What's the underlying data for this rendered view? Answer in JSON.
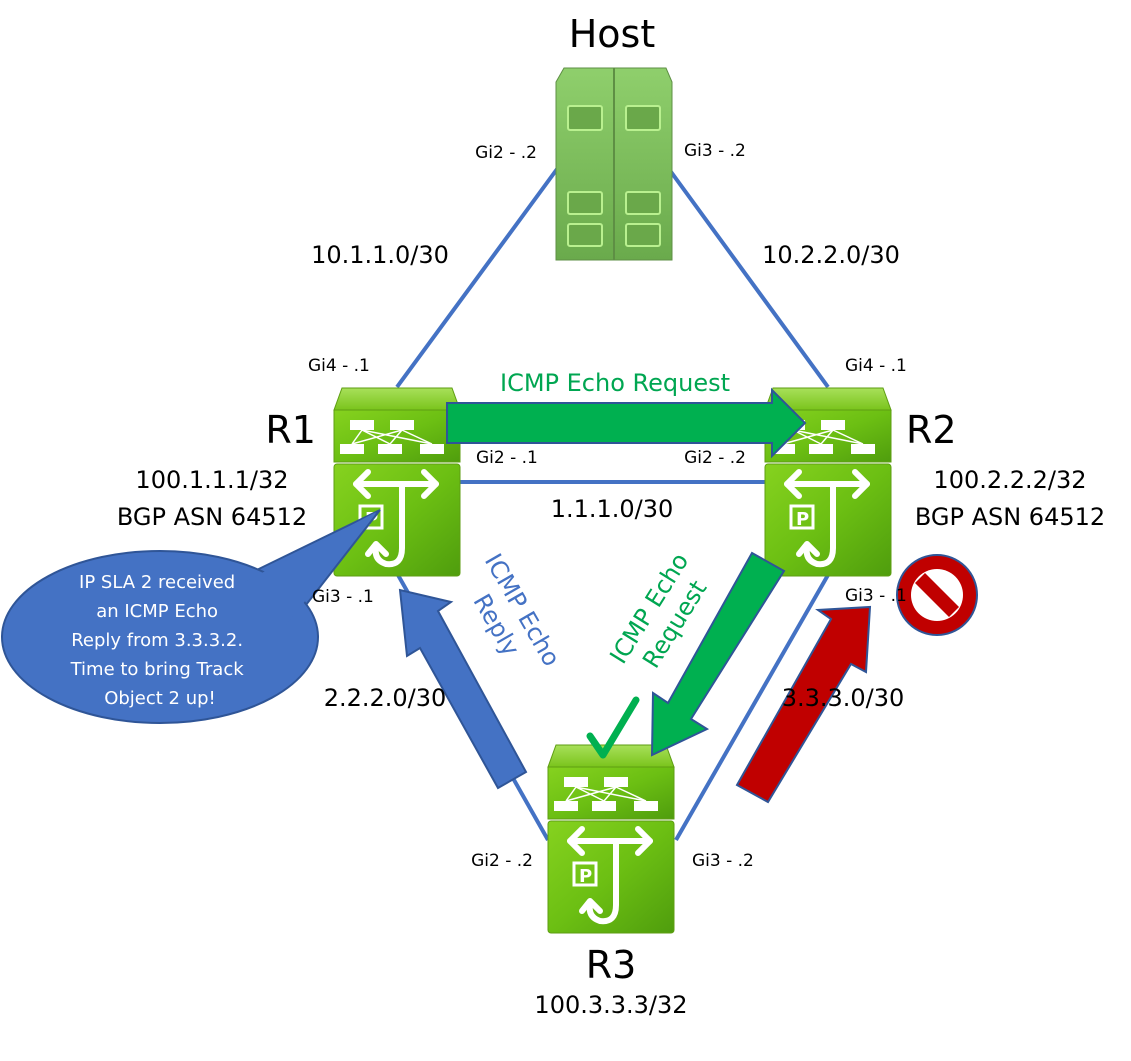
{
  "colors": {
    "link": "#4472c4",
    "device_green": "#6ab418",
    "host_green": "#7cbd5a",
    "request_arrow": "#00b050",
    "reply_arrow": "#4472c4",
    "blocked_arrow": "#c00000",
    "request_text": "#00a651",
    "reply_text": "#4472c4"
  },
  "nodes": {
    "host": {
      "name": "Host",
      "icon": "server-icon"
    },
    "r1": {
      "name": "R1",
      "loopback": "100.1.1.1/32",
      "bgp": "BGP ASN 64512",
      "icon": "router-icon"
    },
    "r2": {
      "name": "R2",
      "loopback": "100.2.2.2/32",
      "bgp": "BGP ASN 64512",
      "icon": "router-icon"
    },
    "r3": {
      "name": "R3",
      "loopback": "100.3.3.3/32",
      "icon": "router-icon"
    }
  },
  "links": {
    "host_r1": {
      "subnet": "10.1.1.0/30",
      "host_if": "Gi2 - .2",
      "r1_if": "Gi4 - .1"
    },
    "host_r2": {
      "subnet": "10.2.2.0/30",
      "host_if": "Gi3 - .2",
      "r2_if": "Gi4 - .1"
    },
    "r1_r2": {
      "subnet": "1.1.1.0/30",
      "r1_if": "Gi2 - .1",
      "r2_if": "Gi2 - .2"
    },
    "r1_r3": {
      "subnet": "2.2.2.0/30",
      "r1_if": "Gi3 - .1",
      "r3_if": "Gi2 - .2"
    },
    "r2_r3": {
      "subnet": "3.3.3.0/30",
      "r2_if": "Gi3 - .1",
      "r3_if": "Gi3 - .2"
    }
  },
  "flows": {
    "request_r1_r2": "ICMP Echo Request",
    "request_r2_r3_line1": "ICMP Echo",
    "request_r2_r3_line2": "Request",
    "reply_r3_r1_line1": "ICMP Echo",
    "reply_r3_r1_line2": "Reply"
  },
  "callout": {
    "lines": [
      "IP SLA 2 received",
      "an ICMP Echo",
      "Reply from 3.3.3.2.",
      "Time to bring Track",
      "Object 2 up!"
    ]
  }
}
